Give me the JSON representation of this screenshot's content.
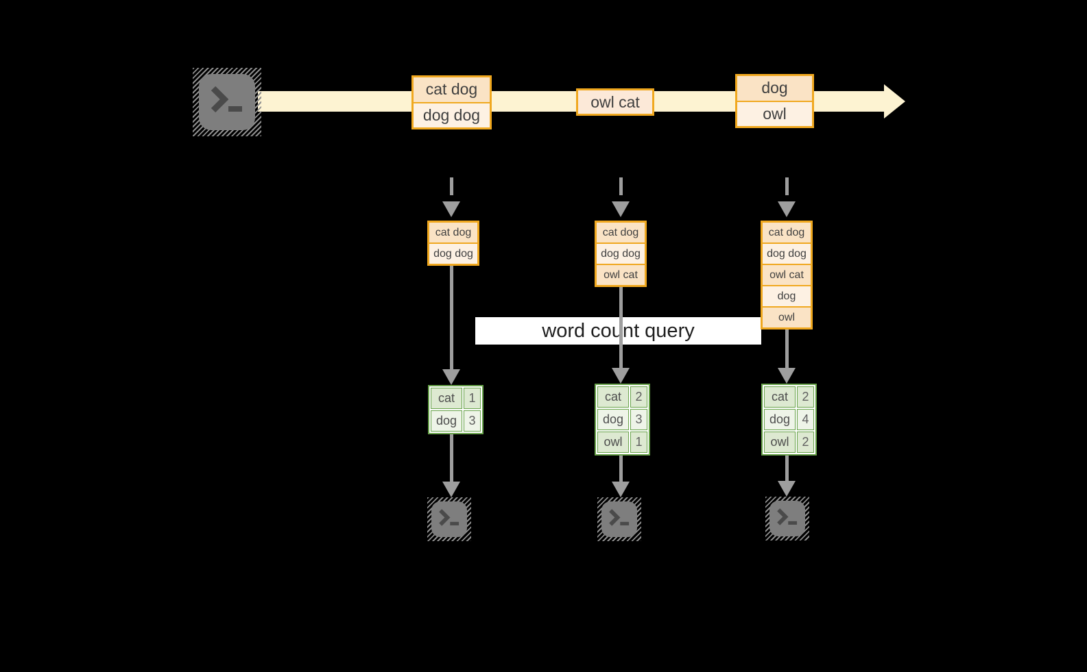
{
  "banner": {
    "label": "word count query"
  },
  "stream": {
    "source": {
      "icon": "terminal-icon"
    },
    "events": [
      {
        "lines": [
          "cat dog",
          "dog dog"
        ]
      },
      {
        "lines": [
          "owl cat"
        ]
      },
      {
        "lines": [
          "dog",
          "owl"
        ]
      }
    ]
  },
  "pipelines": [
    {
      "buffer": [
        "cat dog",
        "dog dog"
      ],
      "counts": {
        "rows": [
          {
            "word": "cat",
            "count": "1"
          },
          {
            "word": "dog",
            "count": "3"
          }
        ]
      },
      "sink": {
        "icon": "terminal-icon"
      }
    },
    {
      "buffer": [
        "cat dog",
        "dog dog",
        "owl cat"
      ],
      "counts": {
        "rows": [
          {
            "word": "cat",
            "count": "2"
          },
          {
            "word": "dog",
            "count": "3"
          },
          {
            "word": "owl",
            "count": "1"
          }
        ]
      },
      "sink": {
        "icon": "terminal-icon"
      }
    },
    {
      "buffer": [
        "cat dog",
        "dog dog",
        "owl cat",
        "dog",
        "owl"
      ],
      "counts": {
        "rows": [
          {
            "word": "cat",
            "count": "2"
          },
          {
            "word": "dog",
            "count": "4"
          },
          {
            "word": "owl",
            "count": "2"
          }
        ]
      },
      "sink": {
        "icon": "terminal-icon"
      }
    }
  ],
  "colors": {
    "background": "#000000",
    "stream_band": "#fdf3d2",
    "event_border": "#f0a81f",
    "event_fill_peach": "#fae3c5",
    "event_fill_cream": "#fdf1e3",
    "event_fill_mid": "#fce9d8",
    "table_border": "#68a34a",
    "table_fill_dark": "#dde9d1",
    "table_fill_light": "#eef4e8",
    "arrow_gray": "#9e9e9e",
    "terminal_gray": "#7e7e7e",
    "banner_bg": "#ffffff"
  }
}
